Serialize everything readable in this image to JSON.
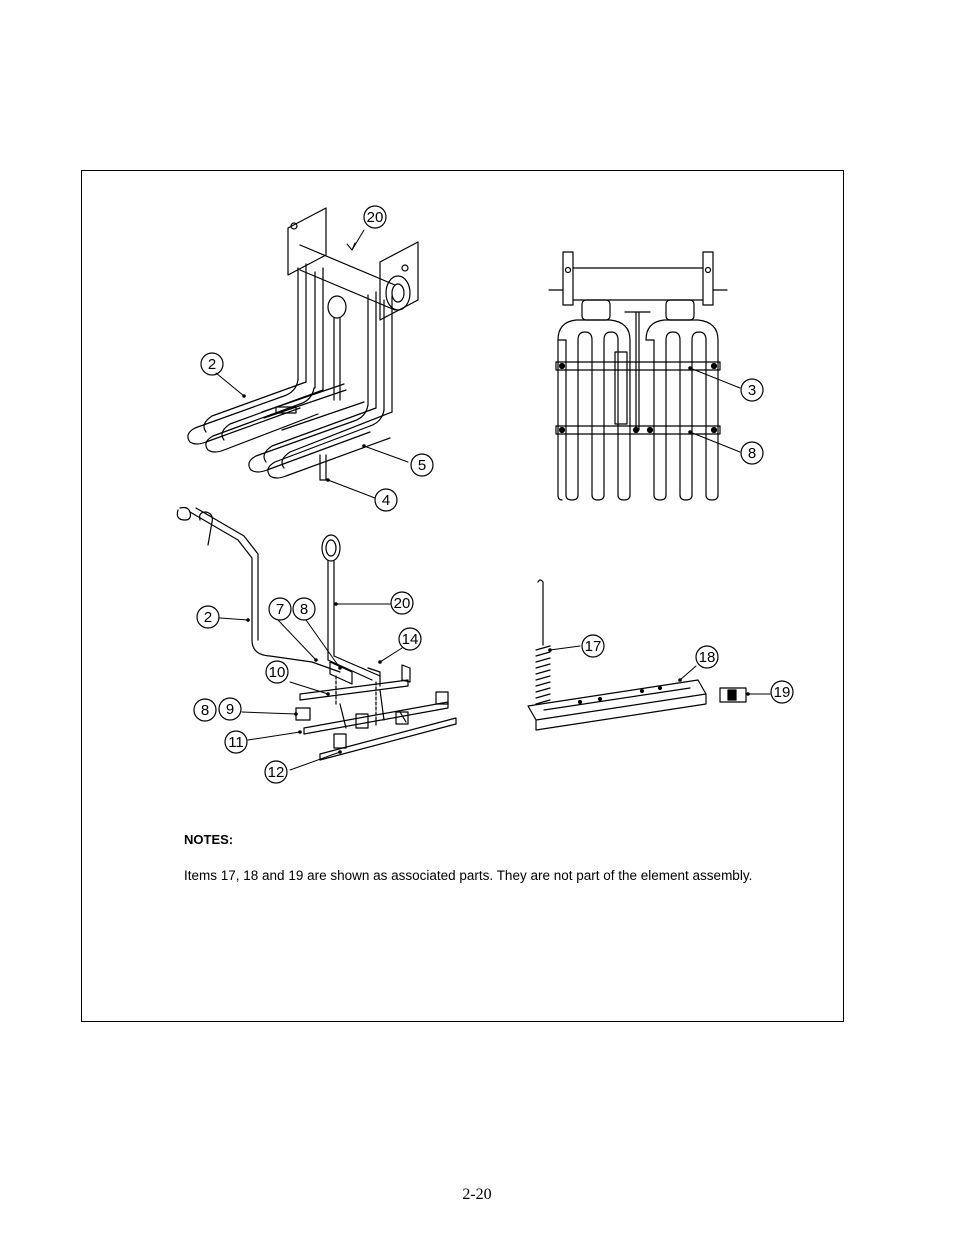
{
  "callouts": {
    "c20a": "20",
    "c2a": "2",
    "c5": "5",
    "c4": "4",
    "c3": "3",
    "c8a": "8",
    "c2b": "2",
    "c7": "7",
    "c8b": "8",
    "c20b": "20",
    "c14": "14",
    "c10": "10",
    "c8c": "8",
    "c9": "9",
    "c11": "11",
    "c12": "12",
    "c17": "17",
    "c18": "18",
    "c19": "19"
  },
  "notes": {
    "title": "NOTES:",
    "body": "Items 17, 18 and 19 are shown as associated parts.  They are not part of the element assembly."
  },
  "page_number": "2-20",
  "colors": {
    "line": "#000000",
    "background": "#ffffff"
  }
}
